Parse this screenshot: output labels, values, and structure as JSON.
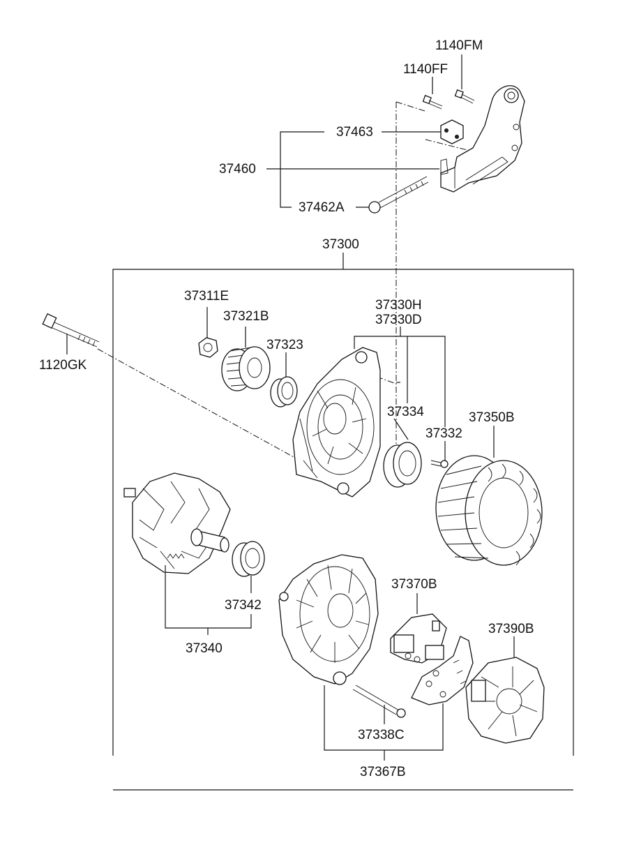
{
  "labels": {
    "p1140FM": "1140FM",
    "p1140FF": "1140FF",
    "p37463": "37463",
    "p37460": "37460",
    "p37462A": "37462A",
    "p37300": "37300",
    "p37311E": "37311E",
    "p37321B": "37321B",
    "p37323": "37323",
    "p37330H": "37330H",
    "p37330D": "37330D",
    "p37334": "37334",
    "p37332": "37332",
    "p37350B": "37350B",
    "p1120GK": "1120GK",
    "p37342": "37342",
    "p37340": "37340",
    "p37370B": "37370B",
    "p37390B": "37390B",
    "p37338C": "37338C",
    "p37367B": "37367B"
  }
}
